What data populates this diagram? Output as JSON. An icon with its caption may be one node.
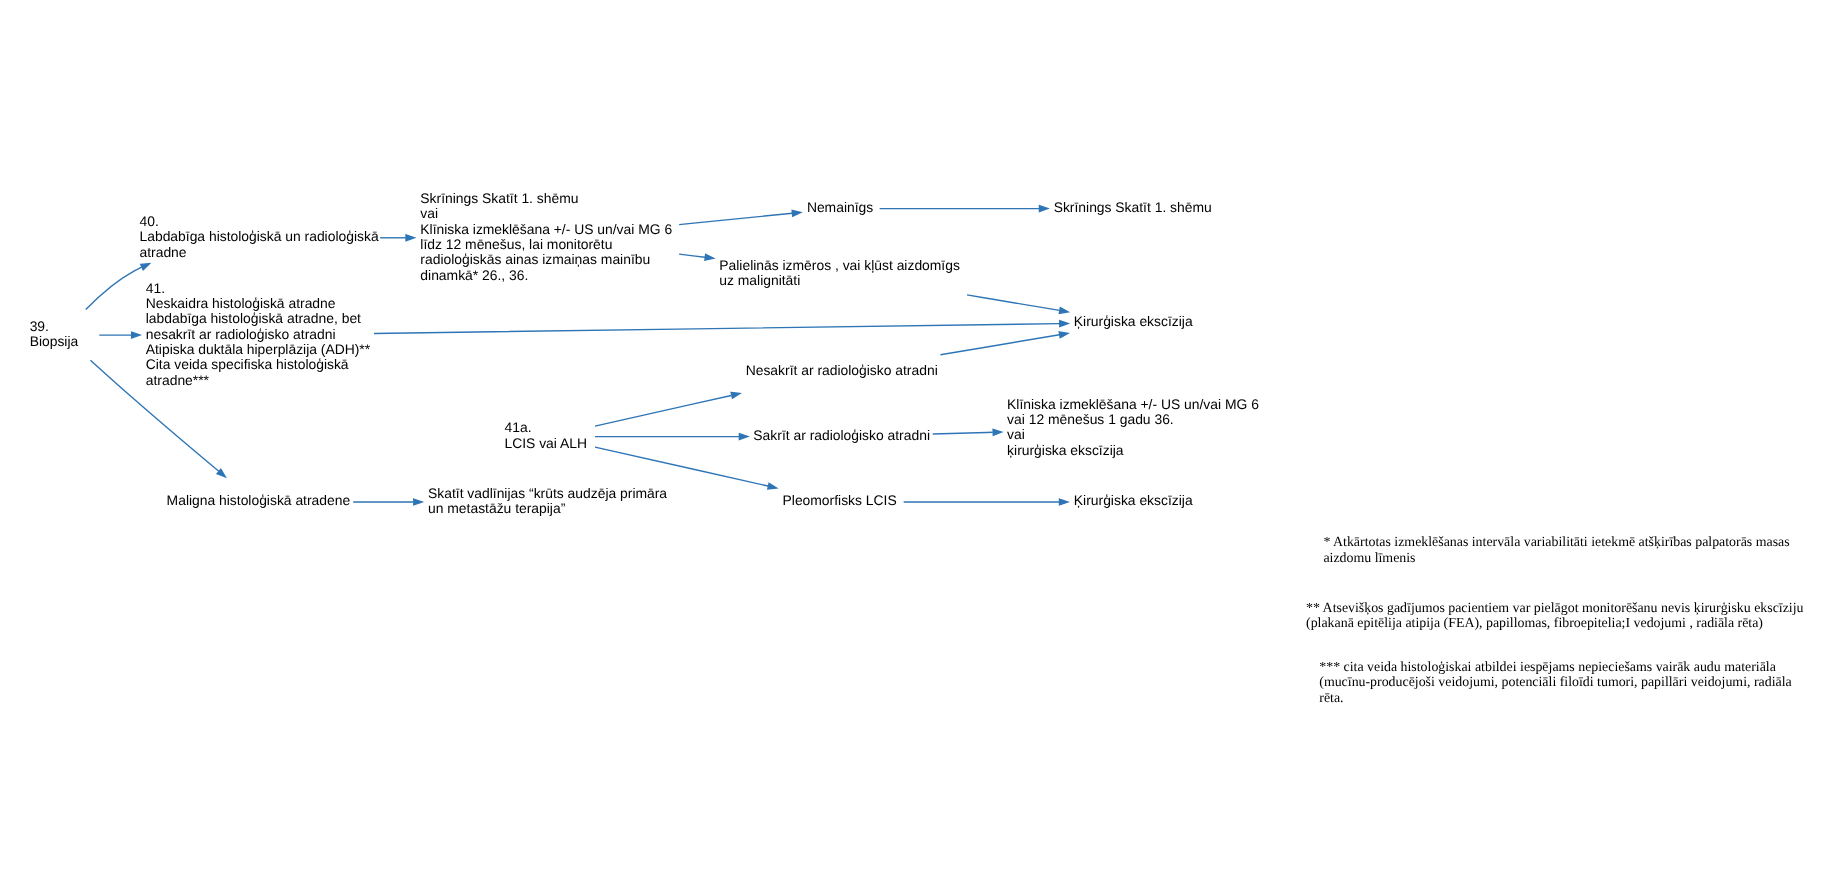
{
  "diagram": {
    "nodes": [
      {
        "text": [
          "39.",
          "Biopsija"
        ]
      },
      {
        "text": [
          "40.",
          "Labdabīga histoloģiskā un radioloģiskā atradne"
        ]
      },
      {
        "text": [
          "41.",
          "Neskaidra histoloģiskā atradne",
          "labdabīga histoloģiskā atradne, bet nesakrīt ar radioloģisko atradni",
          "Atipiska duktāla hiperplāzija (ADH)**",
          "Cita veida specifiska histoloģiskā atradne***"
        ]
      },
      {
        "text": [
          "41a.",
          "LCIS vai ALH"
        ]
      },
      {
        "text": [
          "Maligna histoloģiskā atradene"
        ]
      },
      {
        "text": [
          "Skrīnings Skatīt 1. shēmu",
          "vai",
          "Klīniska izmeklēšana +/- US un/vai MG 6 līdz 12 mēnešus, lai monitorētu radioloģiskās ainas izmaiņas mainību dinamkā* 26., 36."
        ]
      },
      {
        "text": [
          "Nemainīgs"
        ]
      },
      {
        "text": [
          "Skrīnings Skatīt 1. shēmu"
        ]
      },
      {
        "text": [
          "Palielinās izmēros , vai kļūst aizdomīgs uz malignitāti"
        ]
      },
      {
        "text": [
          "Ķirurģiska ekscīzija"
        ]
      },
      {
        "text": [
          "Nesakrīt ar radioloģisko atradni"
        ]
      },
      {
        "text": [
          "Sakrīt ar radioloģisko atradni"
        ]
      },
      {
        "text": [
          "Pleomorfisks LCIS"
        ]
      },
      {
        "text": [
          "Klīniska izmeklēšana +/- US un/vai MG 6 vai 12 mēnešus 1 gadu 36.",
          "vai",
          "ķirurģiska ekscīzija"
        ]
      },
      {
        "text": [
          "Ķirurģiska ekscīzija"
        ]
      },
      {
        "text": [
          "Skatīt vadlīnijas “krūts audzēja primāra un metastāžu terapija”"
        ]
      }
    ],
    "edges": [
      {
        "from": 0,
        "to": 1,
        "arrow": "to"
      },
      {
        "from": 0,
        "to": 2,
        "arrow": "to"
      },
      {
        "from": 0,
        "to": 4,
        "arrow": "to"
      },
      {
        "from": 1,
        "to": 5,
        "arrow": "to"
      },
      {
        "from": 5,
        "to": 6,
        "arrow": "to"
      },
      {
        "from": 5,
        "to": 8,
        "arrow": "to"
      },
      {
        "from": 6,
        "to": 7,
        "arrow": "to"
      },
      {
        "from": 8,
        "to": 9,
        "arrow": "to"
      },
      {
        "from": 2,
        "to": 9,
        "arrow": "to"
      },
      {
        "from": 3,
        "to": 10,
        "arrow": "to"
      },
      {
        "from": 3,
        "to": 11,
        "arrow": "to"
      },
      {
        "from": 3,
        "to": 12,
        "arrow": "to"
      },
      {
        "from": 10,
        "to": 9,
        "arrow": "to"
      },
      {
        "from": 11,
        "to": 13,
        "arrow": "to"
      },
      {
        "from": 12,
        "to": 14,
        "arrow": "to"
      },
      {
        "from": 4,
        "to": 15,
        "arrow": "to"
      }
    ],
    "labels": [
      "* Atkārtotas izmeklēšanas intervāla variabilitāti ietekmē atšķirības palpatorās masas aizdomu līmenis",
      "** Atsevišķos gadījumos pacientiem var pielāgot monitorēšanu nevis ķirurģisku ekscīziju (plakanā epitēlija atipija (FEA), papillomas, fibroepitelia;I vedojumi , radiāla rēta)",
      "*** cita veida histoloģiskai atbildei iespējams nepieciešams vairāk audu materiāla (mucīnu-producējoši veidojumi, potenciāli filoīdi tumori, papillāri veidojumi, radiāla rēta."
    ]
  }
}
